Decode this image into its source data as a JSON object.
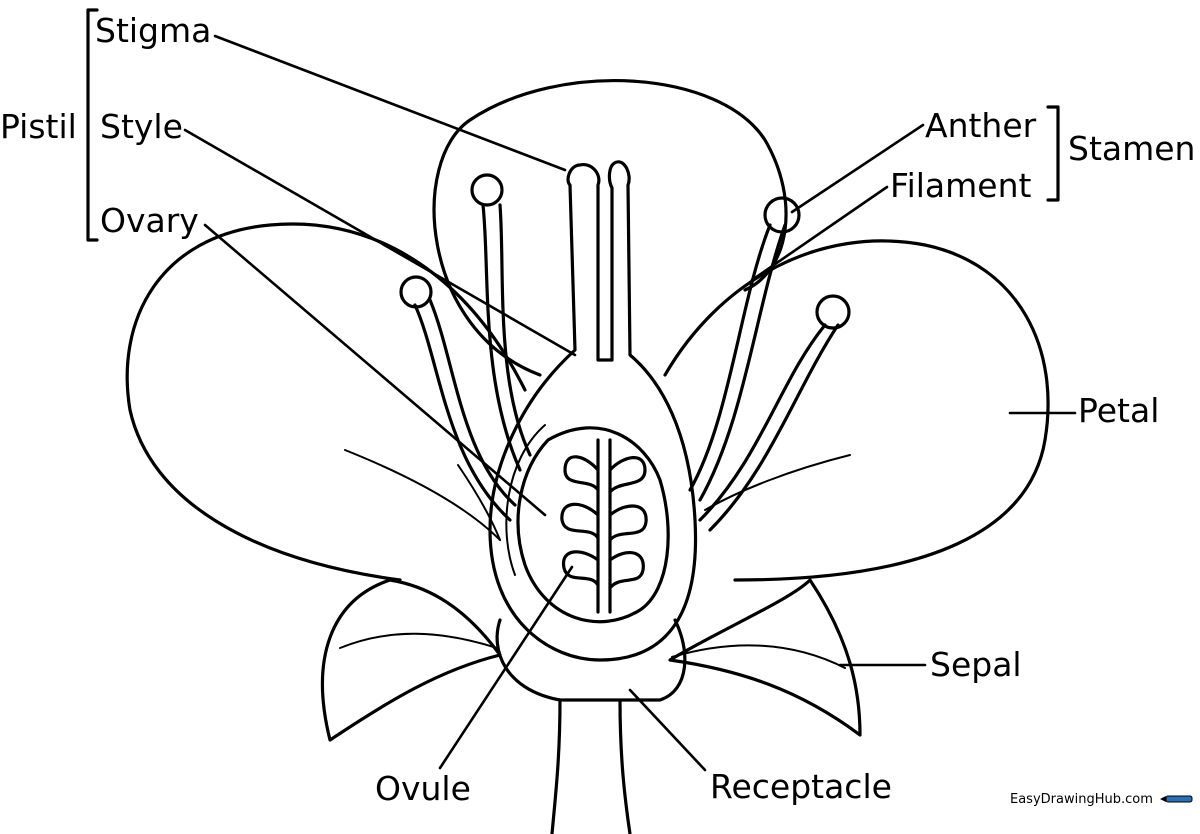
{
  "labels": {
    "stigma": "Stigma",
    "style": "Style",
    "ovary": "Ovary",
    "pistil": "Pistil",
    "anther": "Anther",
    "filament": "Filament",
    "stamen": "Stamen",
    "petal": "Petal",
    "sepal": "Sepal",
    "ovule": "Ovule",
    "receptacle": "Receptacle"
  },
  "watermark": "EasyDrawingHub.com",
  "colors": {
    "line": "#000000",
    "background": "#ffffff"
  }
}
